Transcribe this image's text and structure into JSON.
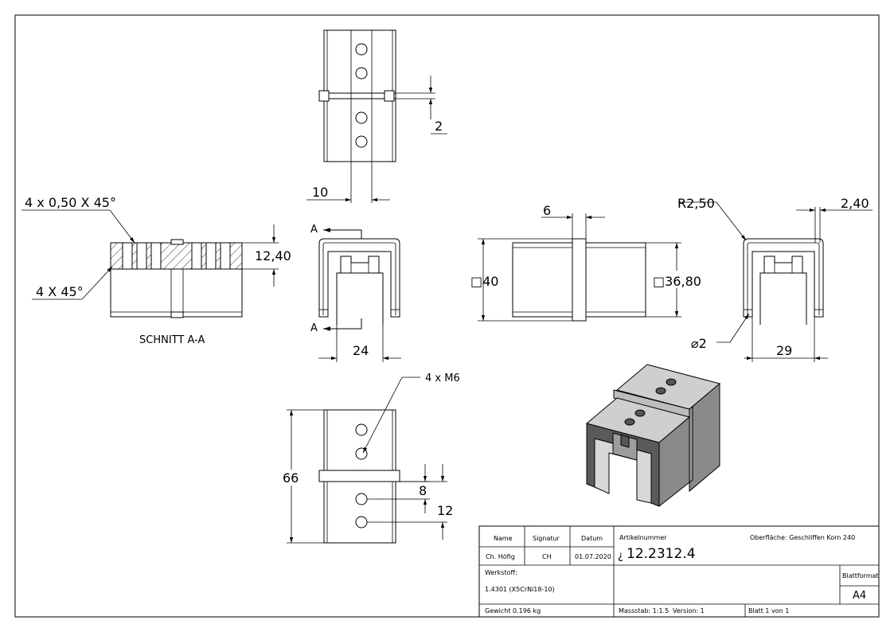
{
  "dims": {
    "d2": "2",
    "d10": "10",
    "chamfer1": "4 x 0,50 X 45°",
    "chamfer2": "4 X 45°",
    "d1240": "12,40",
    "section_title": "SCHNITT A-A",
    "sec_a": "A",
    "d24": "24",
    "d6": "6",
    "d40": "□40",
    "d3680": "□36,80",
    "r250": "R2,50",
    "d240": "2,40",
    "phi2": "⌀2",
    "d29": "29",
    "m6": "4 x M6",
    "d66": "66",
    "d8": "8",
    "d12": "12"
  },
  "title_block": {
    "h_name": "Name",
    "h_signatur": "Signatur",
    "h_datum": "Datum",
    "h_artikel": "Artikelnummer",
    "oberflaeche": "Oberfläche:  Geschliffen Korn 240",
    "name": "Ch. Höfig",
    "signatur": "CH",
    "datum": "01.07.2020",
    "art_prefix": "¿",
    "artikel": "12.2312.4",
    "werkstoff_label": "Werkstoff:",
    "werkstoff": "1.4301 (X5CrNi18-10)",
    "blattformat_label": "Blattformat",
    "blattformat": "A4",
    "gewicht": "Gewicht 0.196 kg",
    "massstab": "Massstab: 1:1.5",
    "version": "Version: 1",
    "blatt": "Blatt 1 von 1"
  }
}
